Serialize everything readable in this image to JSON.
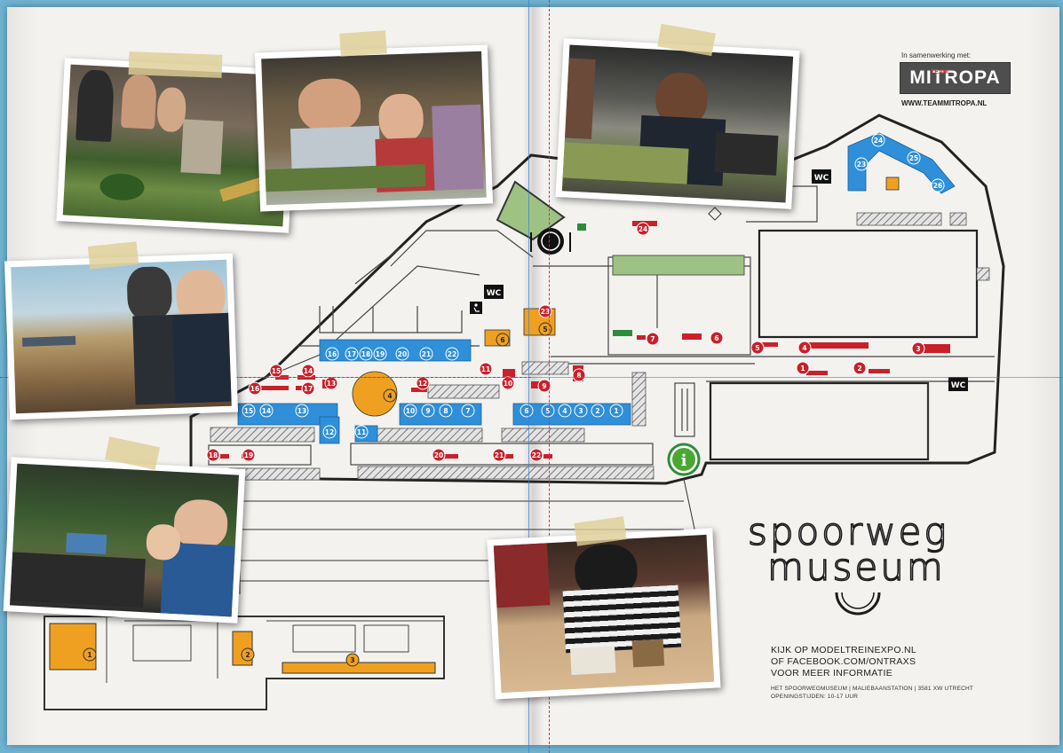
{
  "partner": {
    "label": "In samenwerking met:",
    "logo_text": "MITROPA",
    "logo_subtext": "TEAM",
    "url": "WWW.TEAMMITROPA.NL"
  },
  "museum_title": {
    "line1": "spoorweg",
    "line2": "museum"
  },
  "info": {
    "line1": "KIJK OP MODELTREINEXPO.NL",
    "line2": "OF FACEBOOK.COM/ONTRAXS",
    "line3": "VOOR MEER INFORMATIE",
    "address": "HET SPOORWEGMUSEUM | MALIEBAANSTATION | 3581 XW UTRECHT",
    "hours": "OPENINGSTIJDEN: 10-17 UUR"
  },
  "facilities": {
    "wc": "WC",
    "info": "i"
  },
  "colors": {
    "blue_stand": "#2f8fd8",
    "red_stand": "#c9202a",
    "orange_stand": "#f0a020",
    "green_info": "#4aa832",
    "green_area": "#9ec283",
    "hatch": "#888888",
    "cut_line": "#d4287e",
    "fold_line": "#3a7fd4"
  },
  "blue_stands": [
    "1",
    "2",
    "3",
    "4",
    "5",
    "6",
    "7",
    "8",
    "9",
    "10",
    "11",
    "12",
    "13",
    "14",
    "15",
    "16",
    "17",
    "18",
    "19",
    "20",
    "21",
    "22",
    "23",
    "24",
    "25",
    "26"
  ],
  "red_stands": [
    "1",
    "2",
    "3",
    "4",
    "5",
    "6",
    "7",
    "8",
    "9",
    "10",
    "11",
    "12",
    "13",
    "14",
    "15",
    "16",
    "17",
    "18",
    "19",
    "20",
    "21",
    "22",
    "23",
    "24"
  ],
  "orange_stands": [
    "1",
    "2",
    "3",
    "4",
    "5",
    "6"
  ],
  "photos": [
    "diorama-castle-children",
    "workshop-man-boy",
    "children-african-diorama",
    "forest-layout-family",
    "boy-steam-locomotive",
    "girl-crafting"
  ]
}
